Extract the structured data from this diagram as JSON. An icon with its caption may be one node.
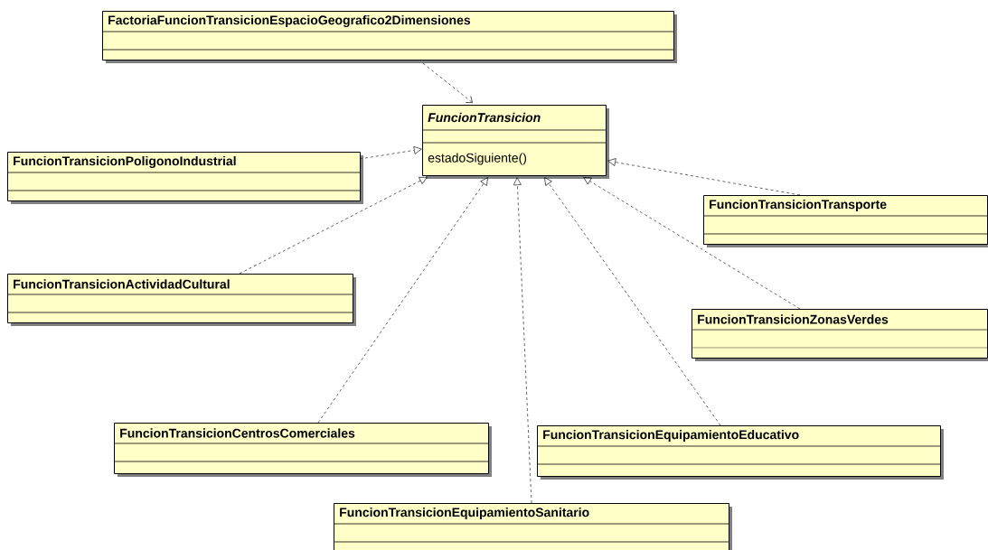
{
  "diagram": {
    "nodes": [
      {
        "text": [
          "FactoriaFuncionTransicionEspacioGeografico2Dimensiones"
        ]
      },
      {
        "text": [
          "FuncionTransicion",
          "estadoSiguiente()"
        ]
      },
      {
        "text": [
          "FuncionTransicionPoligonoIndustrial"
        ]
      },
      {
        "text": [
          "FuncionTransicionTransporte"
        ]
      },
      {
        "text": [
          "FuncionTransicionActividadCultural"
        ]
      },
      {
        "text": [
          "FuncionTransicionZonasVerdes"
        ]
      },
      {
        "text": [
          "FuncionTransicionCentrosComerciales"
        ]
      },
      {
        "text": [
          "FuncionTransicionEquipamientoEducativo"
        ]
      },
      {
        "text": [
          "FuncionTransicionEquipamientoSanitario"
        ]
      }
    ],
    "edges": [
      {
        "from": 0,
        "to": 1,
        "arrow": "to",
        "style": "dashed"
      },
      {
        "from": 2,
        "to": 1,
        "arrow": "to",
        "style": "dashed"
      },
      {
        "from": 3,
        "to": 1,
        "arrow": "to",
        "style": "dashed"
      },
      {
        "from": 4,
        "to": 1,
        "arrow": "to",
        "style": "dashed"
      },
      {
        "from": 5,
        "to": 1,
        "arrow": "to",
        "style": "dashed"
      },
      {
        "from": 6,
        "to": 1,
        "arrow": "to",
        "style": "dashed"
      },
      {
        "from": 7,
        "to": 1,
        "arrow": "to",
        "style": "dashed"
      },
      {
        "from": 8,
        "to": 1,
        "arrow": "to",
        "style": "dashed"
      }
    ]
  }
}
